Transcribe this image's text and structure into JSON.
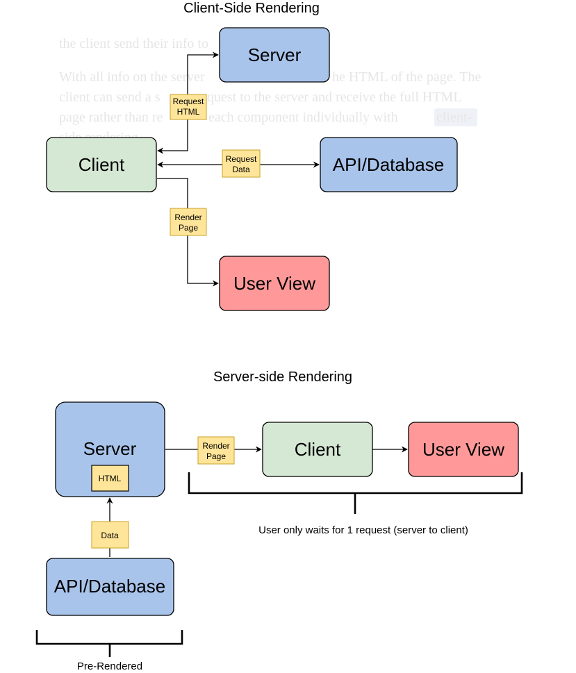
{
  "background_text": {
    "line1": "the client send their info to",
    "line2": "With all info on the server",
    "line2b": "he HTML of the page. The",
    "line3a": "client can send a s",
    "line3b": "quest to the server and receive the full HTML",
    "line4a": "page rather than re",
    "line4b": "each component individually with",
    "line4c": "client-",
    "line5": "side rendering."
  },
  "csr": {
    "title": "Client-Side Rendering",
    "server": "Server",
    "client": "Client",
    "api": "API/Database",
    "user_view": "User View",
    "request_html": [
      "Request",
      "HTML"
    ],
    "request_data": [
      "Request",
      "Data"
    ],
    "render_page": [
      "Render",
      "Page"
    ]
  },
  "ssr": {
    "title": "Server-side Rendering",
    "server": "Server",
    "html": "HTML",
    "client": "Client",
    "user_view": "User View",
    "api": "API/Database",
    "data": "Data",
    "render_page": [
      "Render",
      "Page"
    ],
    "wait_caption": "User only waits for 1 request (server to client)",
    "pre_rendered": "Pre-Rendered"
  },
  "colors": {
    "blue": "#a9c4eb",
    "green": "#d5e8d4",
    "red": "#ff9999",
    "tag": "#ffe599",
    "tag_stroke": "#c9a227"
  }
}
